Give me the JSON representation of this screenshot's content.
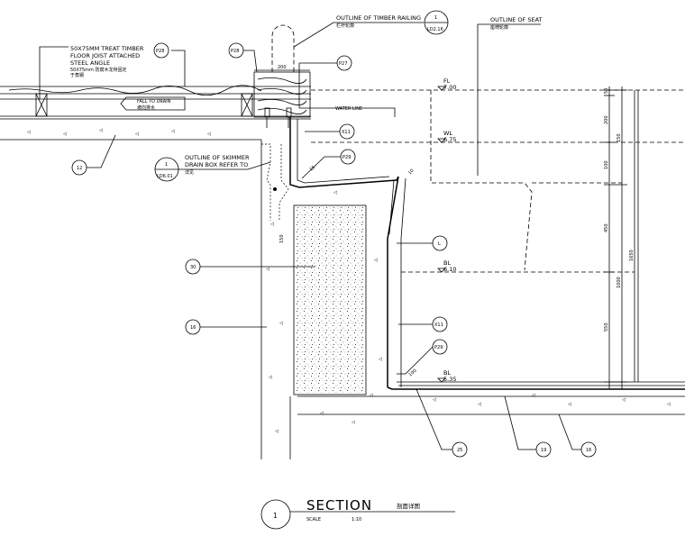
{
  "notes": {
    "timber_floor": [
      "50X75MM TREAT TIMBER",
      "FLOOR JOIST ATTACHED",
      "STEEL ANGLE"
    ],
    "timber_floor_cn": "50X75mm 防腐木龙骨固定",
    "timber_floor_cn2": "于角钢",
    "timber_railing": "OUTLINE OF TIMBER RAILING",
    "timber_railing_cn": "栏杆轮廓",
    "seat": "OUTLINE OF SEAT",
    "seat_cn": "座椅轮廓",
    "fall_to_drain": "FALL TO DRAIN",
    "fall_to_drain_cn": "坡向排水",
    "skimmer": [
      "OUTLINE OF SKIMMER",
      "DRAIN BOX REFER TO"
    ],
    "skimmer_cn": "详见",
    "waterline_small": "WATER LINE"
  },
  "detail_refs": {
    "railing": {
      "top": "1",
      "bottom": "LD2.16"
    },
    "skimmer": {
      "top": "1",
      "bottom": "LD6.01"
    }
  },
  "tags": {
    "p28a": "P28",
    "p28b": "P28",
    "p27": "P27",
    "x11a": "X11",
    "x11b": "X11",
    "p29a": "P29",
    "p29b": "P29",
    "l": "L",
    "n12": "12",
    "n30": "30",
    "n16a": "16",
    "n25": "25",
    "n19": "19",
    "n16b": "16"
  },
  "levels": {
    "fl": {
      "label": "FL",
      "value": "7.00"
    },
    "wl": {
      "label": "WL",
      "value": "6.75"
    },
    "bl1": {
      "label": "BL",
      "value": "6.10"
    },
    "bl2": {
      "label": "BL",
      "value": "5.35"
    }
  },
  "dims": {
    "d200": "200",
    "d50": "50",
    "d200b": "200",
    "d150": "150",
    "d100": "100",
    "d450": "450",
    "d1650": "1650",
    "d1000": "1000",
    "d550": "550",
    "d15": "15",
    "d10": "10",
    "d100b": "100",
    "d150b": "150"
  },
  "title_block": {
    "number": "1",
    "title": "SECTION",
    "title_cn": "剖面详图",
    "scale_label": "SCALE",
    "scale_value": "1:10"
  }
}
